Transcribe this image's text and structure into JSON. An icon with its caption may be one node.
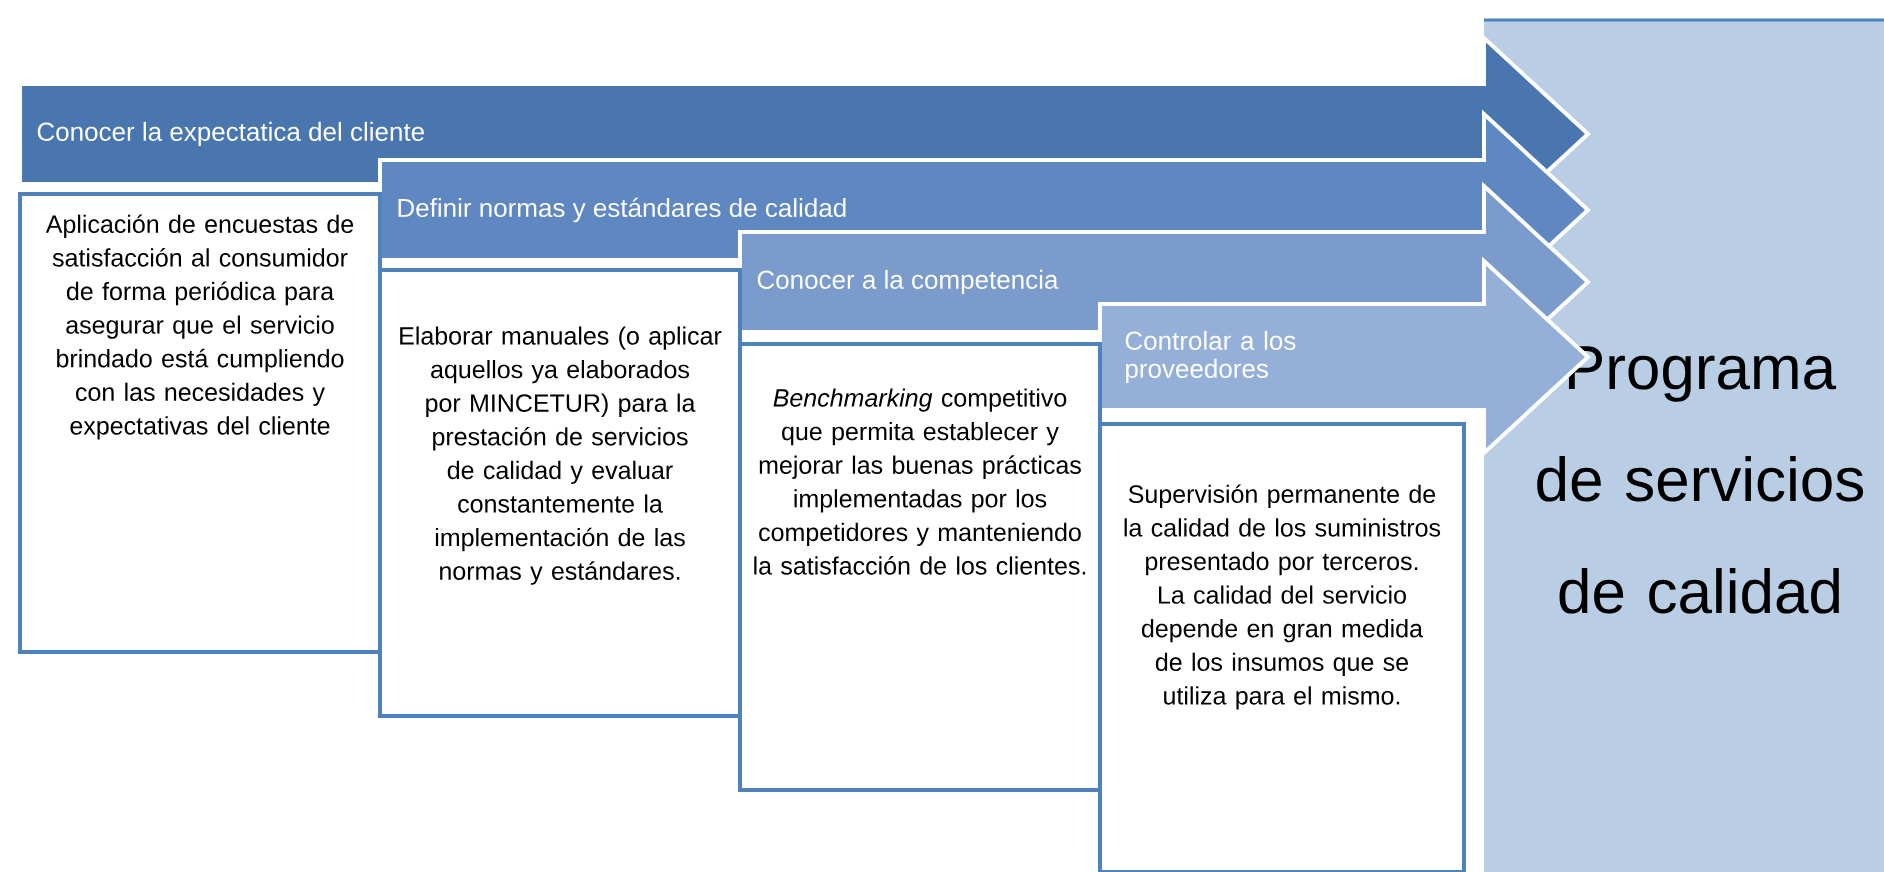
{
  "diagram": {
    "nodes": [
      {
        "text": [
          "Conocer la expectatica del cliente"
        ]
      },
      {
        "text": [
          "Aplicación de encuestas de satisfacción al consumidor de forma periódica para asegurar que el servicio brindado está cumpliendo con las necesidades y expectativas del cliente"
        ]
      },
      {
        "text": [
          "Definir normas y estándares de calidad"
        ]
      },
      {
        "text": [
          "Elaborar manuales (o aplicar aquellos ya elaborados por MINCETUR) para la prestación de servicios de calidad y evaluar constantemente la implementación de las normas y estándares."
        ]
      },
      {
        "text": [
          "Conocer a la competencia"
        ]
      },
      {
        "text": [
          "*Benchmarking* competitivo que permita establecer y mejorar las buenas prácticas implementadas por los competidores y manteniendo la satisfacción de los clientes."
        ]
      },
      {
        "text": [
          "Controlar a los proveedores"
        ]
      },
      {
        "text": [
          "Supervisión permanente de la calidad de los suministros presentado por terceros. La calidad del servicio depende en gran medida de los insumos que se utiliza para el mismo."
        ]
      },
      {
        "text": [
          "Programa de servicios de calidad"
        ]
      }
    ]
  }
}
